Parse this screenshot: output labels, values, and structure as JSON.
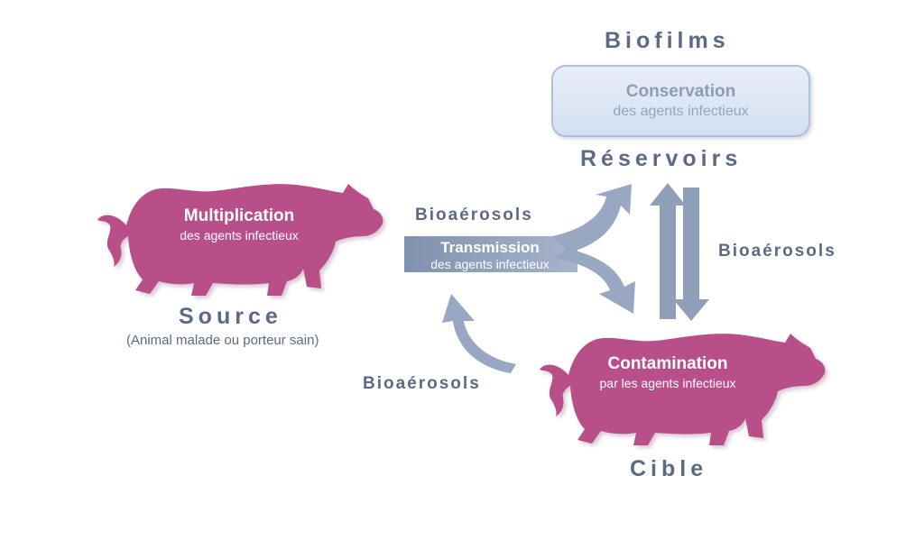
{
  "colors": {
    "pig": "#b94f89",
    "arrow": "#8c9db8",
    "text": "#5b6b85"
  },
  "source_pig": {
    "title": "Multiplication",
    "subtitle": "des agents infectieux",
    "label": "Source",
    "sublabel": "(Animal malade ou porteur sain)"
  },
  "target_pig": {
    "title": "Contamination",
    "subtitle": "par les agents infectieux",
    "label": "Cible"
  },
  "biofilms": {
    "heading": "Biofilms",
    "title": "Conservation",
    "subtitle": "des agents infectieux",
    "label": "Réservoirs"
  },
  "transmission": {
    "title": "Transmission",
    "subtitle": "des agents infectieux"
  },
  "bioaerosols_labels": [
    "Bioaérosols",
    "Bioaérosols",
    "Bioaérosols"
  ]
}
